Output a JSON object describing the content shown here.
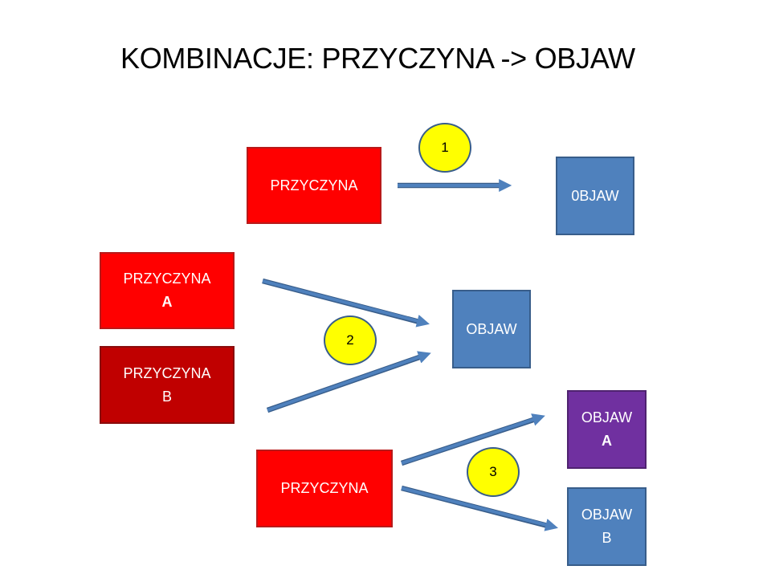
{
  "title": "KOMBINACJE: PRZYCZYNA -> OBJAW",
  "colors": {
    "cause": "#ff0000",
    "cause_alt": "#c00000",
    "effect": "#4f81bd",
    "effect_alt": "#7030a0",
    "badge": "#ffff00",
    "arrow": "#4f81bd"
  },
  "combinations": [
    {
      "number": "1",
      "causes": [
        {
          "line1": "PRZYCZYNA",
          "line2": ""
        }
      ],
      "effects": [
        {
          "line1": "0BJAW",
          "line2": ""
        }
      ]
    },
    {
      "number": "2",
      "causes": [
        {
          "line1": "PRZYCZYNA",
          "line2": "A"
        },
        {
          "line1": "PRZYCZYNA",
          "line2": "B"
        }
      ],
      "effects": [
        {
          "line1": "OBJAW",
          "line2": ""
        }
      ]
    },
    {
      "number": "3",
      "causes": [
        {
          "line1": "PRZYCZYNA",
          "line2": ""
        }
      ],
      "effects": [
        {
          "line1": "OBJAW",
          "line2": "A"
        },
        {
          "line1": "OBJAW",
          "line2": "B"
        }
      ]
    }
  ]
}
